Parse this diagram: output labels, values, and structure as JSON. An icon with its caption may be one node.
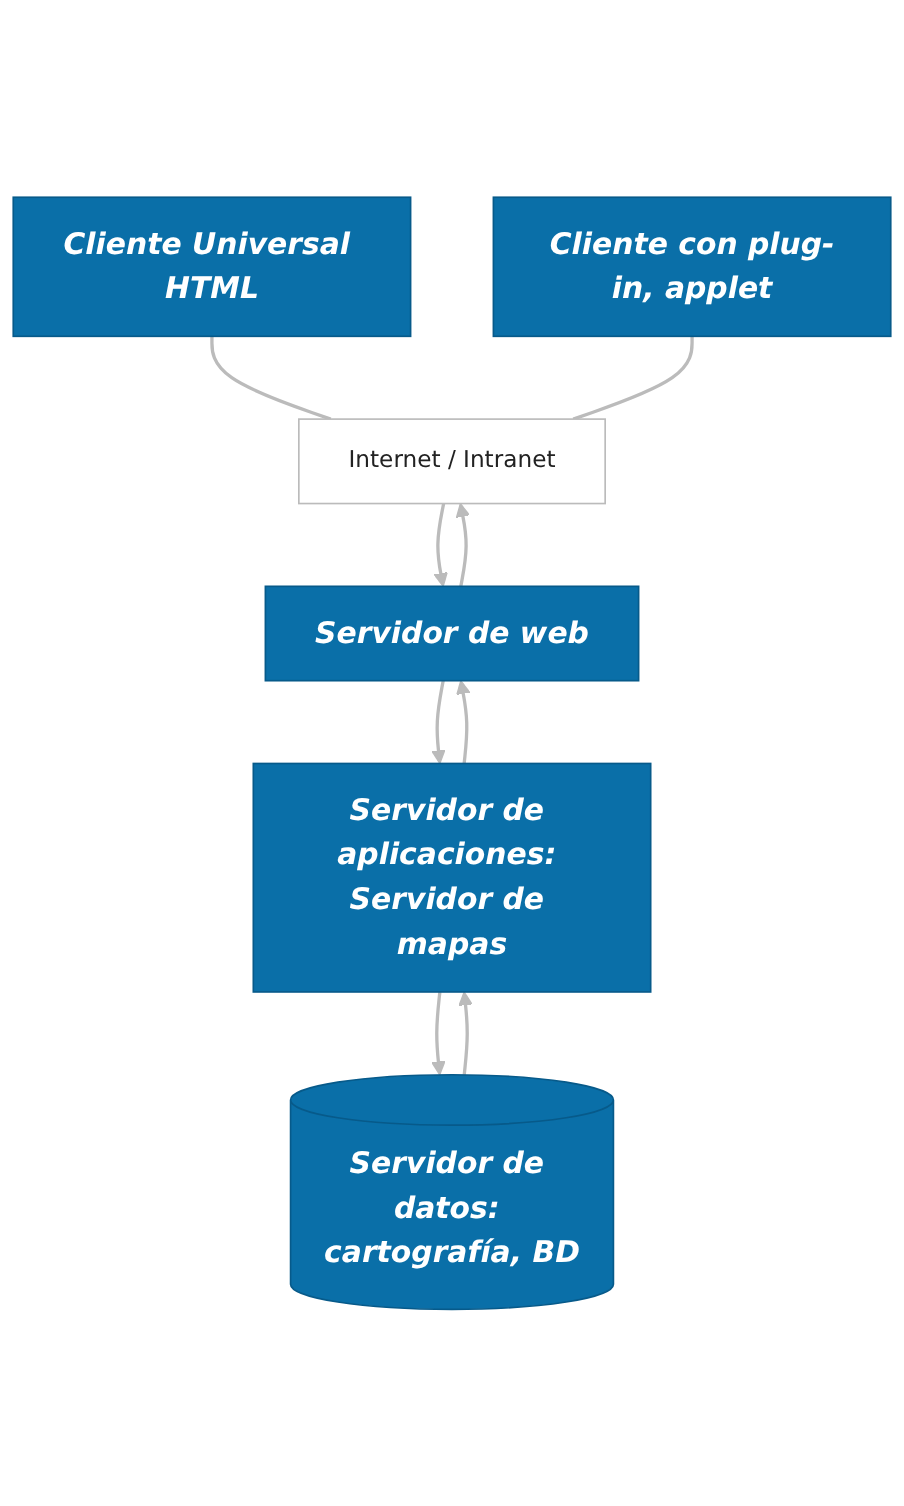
{
  "diagram": {
    "nodes": [
      {
        "text": [
          "Cliente Universal HTML"
        ]
      },
      {
        "text": [
          "Cliente con plug-in, applet"
        ]
      },
      {
        "text": [
          "Internet / Intranet"
        ]
      },
      {
        "text": [
          "Servidor de web"
        ]
      },
      {
        "text": [
          "Servidor de aplicaciones: Servidor de mapas"
        ]
      },
      {
        "text": [
          "Servidor de datos: cartografía, BD"
        ]
      }
    ],
    "edges": [
      {
        "from": 0,
        "to": 2,
        "arrow": "none"
      },
      {
        "from": 1,
        "to": 2,
        "arrow": "none"
      },
      {
        "from": 2,
        "to": 3,
        "arrow": "to"
      },
      {
        "from": 3,
        "to": 2,
        "arrow": "to"
      },
      {
        "from": 3,
        "to": 4,
        "arrow": "to"
      },
      {
        "from": 4,
        "to": 3,
        "arrow": "to"
      },
      {
        "from": 4,
        "to": 5,
        "arrow": "to"
      },
      {
        "from": 5,
        "to": 4,
        "arrow": "to"
      }
    ]
  }
}
